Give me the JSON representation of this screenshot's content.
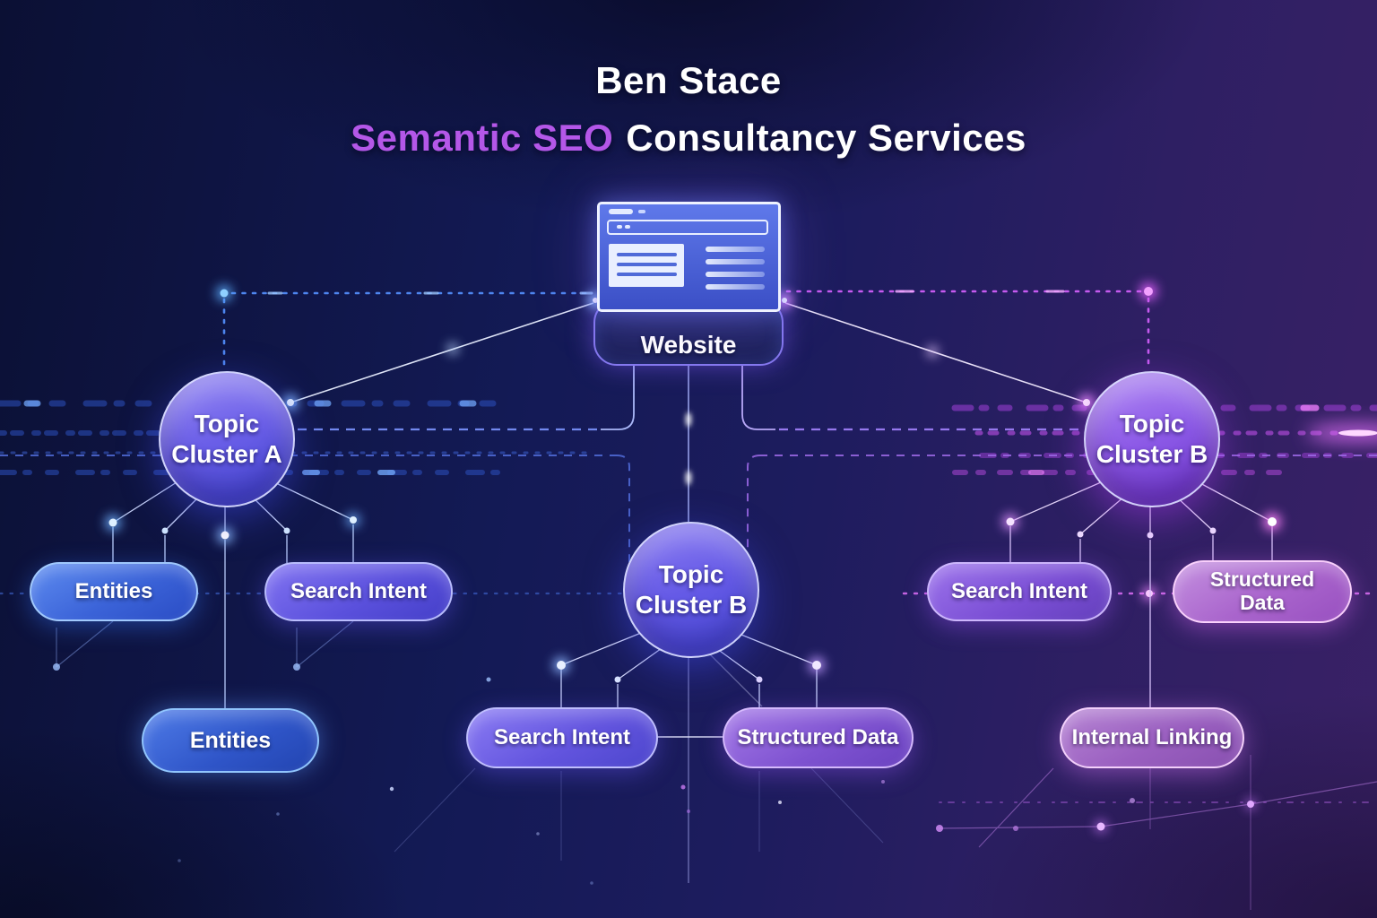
{
  "title": {
    "name": "Ben Stace",
    "accent": "Semantic SEO",
    "rest": "Consultancy Services"
  },
  "website": {
    "label": "Website"
  },
  "clusters": [
    {
      "line1": "Topic",
      "line2": "Cluster A"
    },
    {
      "line1": "Topic",
      "line2": "Cluster B"
    },
    {
      "line1": "Topic",
      "line2": "Cluster B"
    }
  ],
  "pills": [
    {
      "label": "Entities"
    },
    {
      "label": "Search Intent"
    },
    {
      "label": "Entities"
    },
    {
      "label": "Search Intent"
    },
    {
      "label": "Structured Data"
    },
    {
      "label": "Search Intent"
    },
    {
      "label": "Structured Data"
    },
    {
      "label": "Internal Linking"
    }
  ],
  "icons": {
    "website_node": "browser-window-icon"
  },
  "colors": {
    "background_blue": "#0d1240",
    "background_purple": "#3a2166",
    "accent_purple": "#b457e8",
    "cluster_blue": "#6b5fe8",
    "cluster_magenta": "#8b58e6",
    "pill_blue": "#3b63d8",
    "pill_magenta": "#a964cc",
    "line_blue": "#4e86f0",
    "line_magenta": "#c65af0",
    "text_white": "#ffffff"
  }
}
